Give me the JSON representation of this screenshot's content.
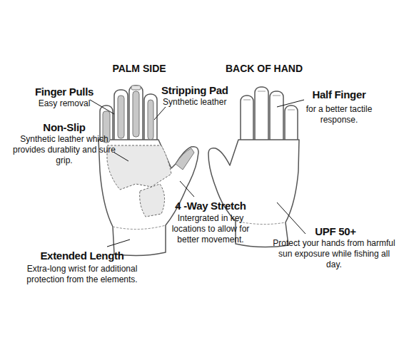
{
  "diagram": {
    "labels": [
      "PALM SIDE",
      "BACK OF HAND",
      "Finger Pulls",
      "Easy removal",
      "Stripping Pad",
      "Synthetic leather",
      "Half Finger",
      "for a better tactile response.",
      "Non-Slip",
      "Synthetic leather which provides durablity and sure grip.",
      "4 -Way Stretch",
      "Intergrated in key locations to allow for better movement.",
      "UPF 50+",
      "Protect your hands from harmful sun exposure while fishing all day.",
      "Extended Length",
      "Extra-long wrist for additional protection from the elements."
    ]
  }
}
